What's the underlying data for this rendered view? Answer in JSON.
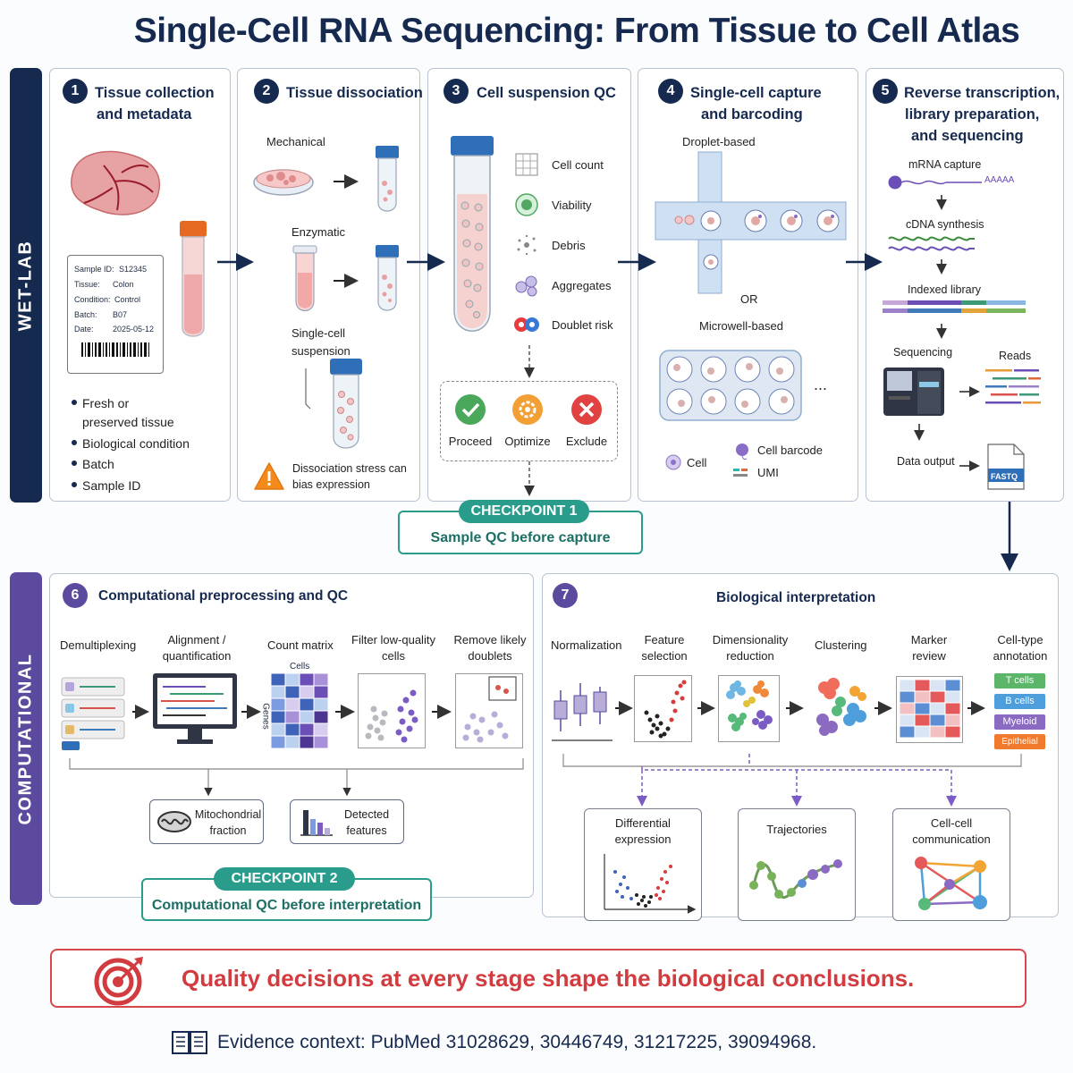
{
  "title": "Single-Cell RNA Sequencing: From Tissue to Cell Atlas",
  "bands": {
    "wetlab": "WET-LAB",
    "computational": "COMPUTATIONAL"
  },
  "colors": {
    "navy": "#16294f",
    "purple": "#5b4a9e",
    "teal": "#2a9c8c",
    "red": "#d23b3f"
  },
  "steps": [
    {
      "num": "1",
      "title_l1": "Tissue collection",
      "title_l2": "and metadata"
    },
    {
      "num": "2",
      "title_l1": "Tissue dissociation"
    },
    {
      "num": "3",
      "title_l1": "Cell suspension QC"
    },
    {
      "num": "4",
      "title_l1": "Single-cell capture",
      "title_l2": "and barcoding"
    },
    {
      "num": "5",
      "title_l1": "Reverse transcription,",
      "title_l2": "library preparation,",
      "title_l3": "and sequencing"
    },
    {
      "num": "6",
      "title_l1": "Computational preprocessing and QC"
    },
    {
      "num": "7",
      "title_l1": "Biological interpretation"
    }
  ],
  "step1": {
    "label": {
      "sample_id_k": "Sample ID:",
      "sample_id_v": "S12345",
      "tissue_k": "Tissue:",
      "tissue_v": "Colon",
      "condition_k": "Condition:",
      "condition_v": "Control",
      "batch_k": "Batch:",
      "batch_v": "B07",
      "date_k": "Date:",
      "date_v": "2025-05-12"
    },
    "bullets": [
      "Fresh or",
      "preserved tissue",
      "Biological condition",
      "Batch",
      "Sample ID"
    ]
  },
  "step2": {
    "mechanical": "Mechanical",
    "enzymatic": "Enzymatic",
    "suspension_l1": "Single-cell",
    "suspension_l2": "suspension",
    "warning_l1": "Dissociation stress can",
    "warning_l2": "bias expression"
  },
  "step3": {
    "metrics": [
      "Cell count",
      "Viability",
      "Debris",
      "Aggregates",
      "Doublet risk"
    ],
    "decisions": [
      "Proceed",
      "Optimize",
      "Exclude"
    ]
  },
  "checkpoint1": {
    "badge": "CHECKPOINT 1",
    "text": "Sample QC before capture"
  },
  "step4": {
    "droplet": "Droplet-based",
    "or": "OR",
    "microwell": "Microwell-based",
    "ellipsis": "...",
    "legend_cell": "Cell",
    "legend_barcode": "Cell barcode",
    "legend_umi": "UMI"
  },
  "step5": {
    "mrna": "mRNA capture",
    "polya": "AAAAA",
    "cdna": "cDNA synthesis",
    "indexed": "Indexed library",
    "sequencing": "Sequencing",
    "reads": "Reads",
    "output": "Data output",
    "fastq": "FASTQ"
  },
  "step6": {
    "stages": [
      "Demultiplexing",
      "Alignment /",
      "quantification",
      "Count matrix",
      "Filter low-quality",
      "cells",
      "Remove likely",
      "doublets"
    ],
    "matrix_cols": "Cells",
    "matrix_rows": "Genes",
    "qc_mito_l1": "Mitochondrial",
    "qc_mito_l2": "fraction",
    "qc_det_l1": "Detected",
    "qc_det_l2": "features"
  },
  "checkpoint2": {
    "badge": "CHECKPOINT 2",
    "text": "Computational QC before interpretation"
  },
  "step7": {
    "stages": [
      "Normalization",
      "Feature",
      "selection",
      "Dimensionality",
      "reduction",
      "Clustering",
      "Marker",
      "review",
      "Cell-type",
      "annotation"
    ],
    "celltypes": [
      "T cells",
      "B cells",
      "Myeloid",
      "Epithelial"
    ],
    "downstream": [
      "Differential",
      "expression",
      "Trajectories",
      "Cell-cell",
      "communication"
    ]
  },
  "banner": "Quality decisions at every stage shape the biological conclusions.",
  "evidence": "Evidence context: PubMed 31028629, 30446749, 31217225, 39094968."
}
